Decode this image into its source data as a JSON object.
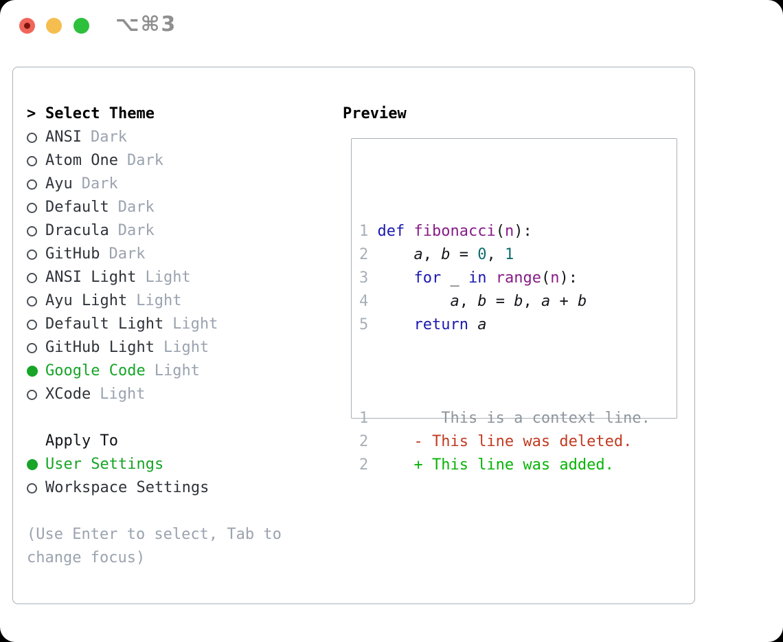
{
  "window": {
    "shortcut": "⌥⌘3",
    "traffic_lights": [
      "close-button",
      "minimize-button",
      "zoom-button"
    ]
  },
  "theme_selector": {
    "title_marker": ">",
    "title": "Select Theme",
    "themes": [
      {
        "name": "ANSI",
        "variant": "Dark",
        "selected": false
      },
      {
        "name": "Atom One",
        "variant": "Dark",
        "selected": false
      },
      {
        "name": "Ayu",
        "variant": "Dark",
        "selected": false
      },
      {
        "name": "Default",
        "variant": "Dark",
        "selected": false
      },
      {
        "name": "Dracula",
        "variant": "Dark",
        "selected": false
      },
      {
        "name": "GitHub",
        "variant": "Dark",
        "selected": false
      },
      {
        "name": "ANSI Light",
        "variant": "Light",
        "selected": false
      },
      {
        "name": "Ayu Light",
        "variant": "Light",
        "selected": false
      },
      {
        "name": "Default Light",
        "variant": "Light",
        "selected": false
      },
      {
        "name": "GitHub Light",
        "variant": "Light",
        "selected": false
      },
      {
        "name": "Google Code",
        "variant": "Light",
        "selected": true
      },
      {
        "name": "XCode",
        "variant": "Light",
        "selected": false
      }
    ],
    "apply_to": {
      "title": "Apply To",
      "options": [
        {
          "label": "User Settings",
          "selected": true
        },
        {
          "label": "Workspace Settings",
          "selected": false
        }
      ]
    },
    "hint_lines": [
      "(Use Enter to select, Tab to",
      "change focus)"
    ]
  },
  "preview": {
    "title": "Preview",
    "code_lines": [
      {
        "num": "1",
        "tokens": [
          [
            "pl",
            " "
          ],
          [
            "kw",
            "def"
          ],
          [
            "pl",
            " "
          ],
          [
            "fn",
            "fibonacci"
          ],
          [
            "pl",
            "("
          ],
          [
            "fn",
            "n"
          ],
          [
            "pl",
            "):"
          ]
        ]
      },
      {
        "num": "2",
        "tokens": [
          [
            "pl",
            "     "
          ],
          [
            "var",
            "a"
          ],
          [
            "pl",
            ", "
          ],
          [
            "var",
            "b"
          ],
          [
            "pl",
            " = "
          ],
          [
            "lit",
            "0"
          ],
          [
            "pl",
            ", "
          ],
          [
            "lit",
            "1"
          ]
        ]
      },
      {
        "num": "3",
        "tokens": [
          [
            "pl",
            "     "
          ],
          [
            "kw",
            "for"
          ],
          [
            "pl",
            " "
          ],
          [
            "var",
            "_"
          ],
          [
            "pl",
            " "
          ],
          [
            "kw",
            "in"
          ],
          [
            "pl",
            " "
          ],
          [
            "fn",
            "range"
          ],
          [
            "pl",
            "("
          ],
          [
            "fn",
            "n"
          ],
          [
            "pl",
            "):"
          ]
        ]
      },
      {
        "num": "4",
        "tokens": [
          [
            "pl",
            "         "
          ],
          [
            "var",
            "a"
          ],
          [
            "pl",
            ", "
          ],
          [
            "var",
            "b"
          ],
          [
            "pl",
            " = "
          ],
          [
            "var",
            "b"
          ],
          [
            "pl",
            ", "
          ],
          [
            "var",
            "a"
          ],
          [
            "pl",
            " + "
          ],
          [
            "var",
            "b"
          ]
        ]
      },
      {
        "num": "5",
        "tokens": [
          [
            "pl",
            "     "
          ],
          [
            "kw",
            "return"
          ],
          [
            "pl",
            " "
          ],
          [
            "var",
            "a"
          ]
        ]
      }
    ],
    "diff_lines": [
      {
        "num": "1",
        "tokens": [
          [
            "ctx",
            "        This is a context line."
          ]
        ]
      },
      {
        "num": "2",
        "tokens": [
          [
            "del",
            "     - This line was deleted."
          ]
        ]
      },
      {
        "num": "2",
        "tokens": [
          [
            "add",
            "     + This line was added."
          ]
        ]
      }
    ]
  },
  "colors": {
    "keyword": "#1b18ae",
    "function": "#871c87",
    "literal": "#0d6c6c",
    "plain": "#15171c",
    "context": "#8d959d",
    "deleted": "#c23a21",
    "added": "#07b307",
    "linenum": "#a6afb8",
    "green": "#17a427",
    "muted": "#9aa3af",
    "text": "#2f333a",
    "border": "#a9b0b8"
  }
}
